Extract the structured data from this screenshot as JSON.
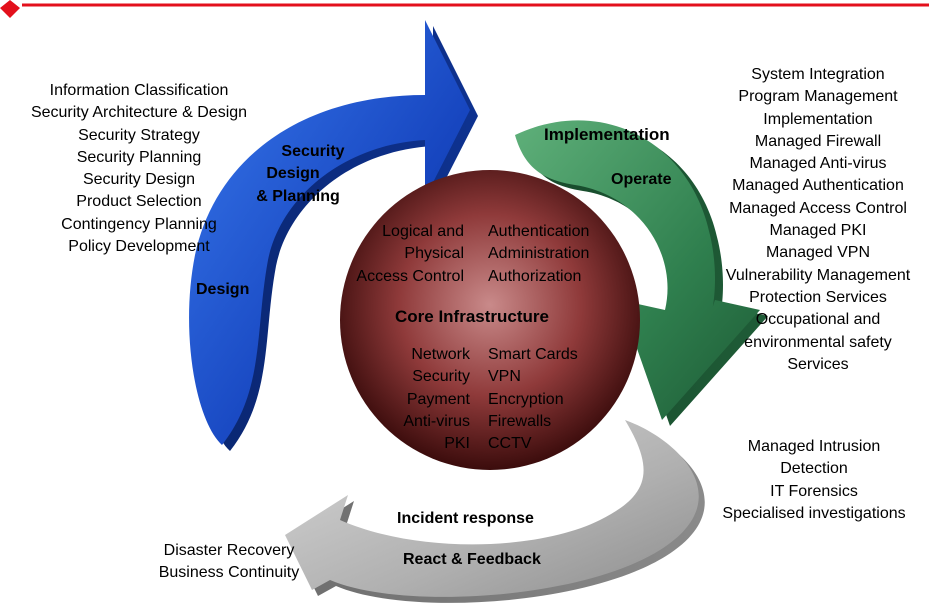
{
  "colors": {
    "accent_red": "#e3101c",
    "design_blue": "#1a50c8",
    "implement_green": "#2f7f4e",
    "incident_grey": "#b5b5b5",
    "core_red": "#8a3636"
  },
  "design": {
    "title_lines": [
      "Security",
      "Design",
      "& Planning"
    ],
    "phase": "Design",
    "items": [
      "Information Classification",
      "Security Architecture & Design",
      "Security Strategy",
      "Security Planning",
      "Security Design",
      "Product Selection",
      "Contingency Planning",
      "Policy Development"
    ]
  },
  "implementation": {
    "title": "Implementation",
    "phase": "Operate",
    "items": [
      "System Integration",
      "Program Management",
      "Implementation",
      "Managed Firewall",
      "Managed Anti-virus",
      "Managed Authentication",
      "Managed Access Control",
      "Managed PKI",
      "Managed VPN",
      "Vulnerability Management",
      "Protection Services",
      "Occupational and",
      "environmental safety",
      "Services"
    ]
  },
  "incident": {
    "title": "Incident response",
    "phase": "React & Feedback",
    "items_right": [
      "Managed Intrusion",
      "Detection",
      "IT Forensics",
      "Specialised investigations"
    ],
    "items_left": [
      "Disaster Recovery",
      "Business Continuity"
    ]
  },
  "core": {
    "title": "Core Infrastructure",
    "top_left": [
      "Logical and",
      "Physical",
      "Access Control"
    ],
    "top_right": [
      "Authentication",
      "Administration",
      "Authorization"
    ],
    "bottom_left": [
      "Network",
      "Security",
      "Payment",
      "Anti-virus",
      "PKI"
    ],
    "bottom_right": [
      "Smart Cards",
      "VPN",
      "Encryption",
      "Firewalls",
      "CCTV"
    ]
  }
}
